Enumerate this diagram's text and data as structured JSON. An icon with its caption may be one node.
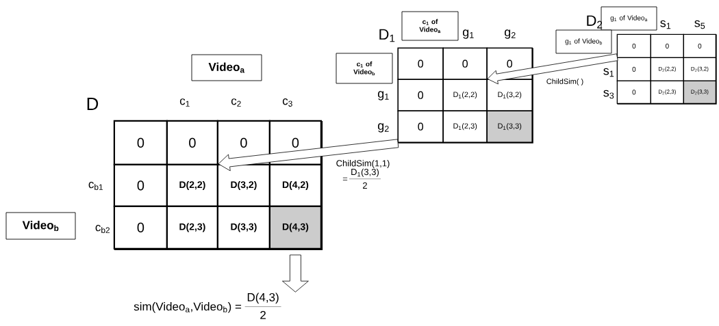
{
  "diagram": {
    "nodes": [
      {
        "text": [
          "Video$_{a}$"
        ]
      },
      {
        "text": [
          "Video$_{b}$"
        ]
      },
      {
        "text": [],
        "shape": "box"
      },
      {
        "text": [
          "0"
        ],
        "in": 2
      },
      {
        "text": [
          "0"
        ],
        "in": 2
      },
      {
        "text": [
          "0"
        ],
        "in": 2
      },
      {
        "text": [
          "0"
        ],
        "in": 2
      },
      {
        "text": [
          "0"
        ],
        "in": 2
      },
      {
        "text": [
          "D(2,2)"
        ],
        "in": 2
      },
      {
        "text": [
          "D(3,2)"
        ],
        "in": 2
      },
      {
        "text": [
          "D(4,2)"
        ],
        "in": 2
      },
      {
        "text": [
          "0"
        ],
        "in": 2
      },
      {
        "text": [
          "D(2,3)"
        ],
        "in": 2
      },
      {
        "text": [
          "D(3,3)"
        ],
        "in": 2
      },
      {
        "text": [
          "D(4,3)"
        ],
        "in": 2
      },
      {
        "text": [
          "c$_{1}$ of Video$_{a}$"
        ]
      },
      {
        "text": [
          "c$_{1}$ of Video$_{b}$"
        ]
      },
      {
        "text": [],
        "shape": "box"
      },
      {
        "text": [
          "0"
        ],
        "in": 17
      },
      {
        "text": [
          "0"
        ],
        "in": 17
      },
      {
        "text": [
          "0"
        ],
        "in": 17
      },
      {
        "text": [
          "0"
        ],
        "in": 17
      },
      {
        "text": [
          "D$_{1}$(2,2)"
        ],
        "in": 17
      },
      {
        "text": [
          "D$_{1}$(3,2)"
        ],
        "in": 17
      },
      {
        "text": [
          "0"
        ],
        "in": 17
      },
      {
        "text": [
          "D$_{1}$(2,3)"
        ],
        "in": 17
      },
      {
        "text": [
          "D$_{1}$(3,3)"
        ],
        "in": 17
      },
      {
        "text": [
          "g$_{1}$ of Video$_{a}$"
        ]
      },
      {
        "text": [
          "g$_{1}$ of Video$_{b}$"
        ]
      },
      {
        "text": [],
        "shape": "box"
      },
      {
        "text": [
          "0"
        ],
        "in": 29
      },
      {
        "text": [
          "0"
        ],
        "in": 29
      },
      {
        "text": [
          "0"
        ],
        "in": 29
      },
      {
        "text": [
          "0"
        ],
        "in": 29
      },
      {
        "text": [
          "D$_{2}$(2,2)"
        ],
        "in": 29
      },
      {
        "text": [
          "D$_{2}$(3,2)"
        ],
        "in": 29
      },
      {
        "text": [
          "0"
        ],
        "in": 29
      },
      {
        "text": [
          "D$_{2}$(2,3)"
        ],
        "in": 29
      },
      {
        "text": [
          "D$_{2}$(3,3)"
        ],
        "in": 29
      },
      {
        "text": [
          "sim(Video$_{a}$,Video$_{b}$) =",
          "D(4,3)",
          "2"
        ]
      }
    ],
    "edges": [
      {
        "from": 17,
        "to": 8,
        "arrow": "to"
      },
      {
        "from": 29,
        "to": 22,
        "arrow": "to"
      },
      {
        "from": 14,
        "to": 39,
        "arrow": "to"
      }
    ],
    "labels": [
      "D",
      "c$_{1}$",
      "c$_{2}$",
      "c$_{3}$",
      "c$_{b1}$",
      "c$_{b2}$",
      "D$_{1}$",
      "g$_{1}$",
      "g$_{2}$",
      "g$_{1}$",
      "g$_{2}$",
      "ChildSim(1,1)",
      "=",
      "D$_{1}$(3,3)",
      "2",
      "D$_{2}$",
      "s$_{1}$",
      "s$_{5}$",
      "s$_{1}$",
      "s$_{3}$",
      "ChildSim( )"
    ]
  }
}
